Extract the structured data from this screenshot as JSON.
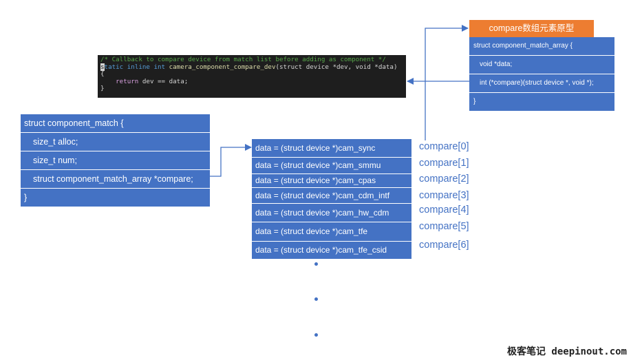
{
  "code_snippet": {
    "line1": "/* Callback to compare device from match list before adding as component */",
    "line2_a": "s",
    "line2_b": "tatic inline int ",
    "line2_c": "camera_component_compare_dev",
    "line2_d": "(struct device *dev, void *data)",
    "line3": "{",
    "line4_kw": "return",
    "line4_rest": " dev == data;",
    "line5": "}"
  },
  "component_match": {
    "rows": [
      "struct component_match {",
      "size_t alloc;",
      "size_t num;",
      "struct component_match_array *compare;",
      "}"
    ]
  },
  "component_match_array": {
    "header": "compare数组元素原型",
    "rows": [
      "struct component_match_array {",
      "void *data;",
      "int (*compare)(struct device *, void *);",
      "}"
    ]
  },
  "compare_entries": [
    {
      "text": "data = (struct device *)cam_sync",
      "label": "compare[0]"
    },
    {
      "text": "data = (struct device *)cam_smmu",
      "label": "compare[1]"
    },
    {
      "text": "data = (struct device *)cam_cpas",
      "label": "compare[2]"
    },
    {
      "text": "data = (struct device *)cam_cdm_intf",
      "label": "compare[3]"
    },
    {
      "text": "data = (struct device *)cam_hw_cdm",
      "label": "compare[4]"
    },
    {
      "text": "data = (struct device *)cam_tfe",
      "label": "compare[5]"
    },
    {
      "text": "data = (struct device *)cam_tfe_csid",
      "label": "compare[6]"
    }
  ],
  "watermark": "极客笔记 deepinout.com",
  "colors": {
    "box_blue": "#4472c4",
    "header_orange": "#ed7d31",
    "code_bg": "#1e1e1e"
  }
}
